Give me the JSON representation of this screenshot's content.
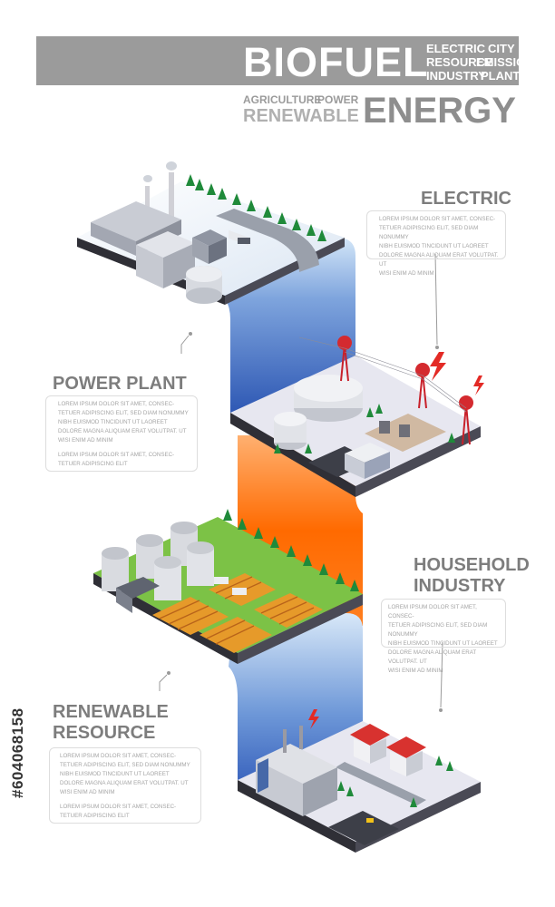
{
  "header": {
    "title": "BIOFUEL",
    "tags_right": [
      "ELECTRIC",
      "CITY",
      "RESOURCE",
      "EMISSION",
      "INDUSTRY",
      "PLANT"
    ],
    "tags_left": [
      "AGRICULTURE",
      "POWER"
    ],
    "subtitle_left": "RENEWABLE",
    "subtitle_right": "ENERGY"
  },
  "sections": {
    "electric": {
      "title": "ELECTRIC",
      "body_lines": [
        "LOREM IPSUM DOLOR SIT AMET, CONSEC-",
        "TETUER ADIPISCING ELIT, SED DIAM NONUMMY",
        "NIBH EUISMOD TINCIDUNT UT LAOREET",
        "DOLORE MAGNA ALIQUAM ERAT VOLUTPAT. UT",
        "WISI ENIM AD MINIM"
      ]
    },
    "power_plant": {
      "title": "POWER PLANT",
      "body_lines": [
        "LOREM IPSUM DOLOR SIT AMET, CONSEC-",
        "TETUER ADIPISCING ELIT, SED DIAM NONUMMY",
        "NIBH EUISMOD TINCIDUNT UT LAOREET",
        "DOLORE MAGNA ALIQUAM ERAT VOLUTPAT. UT",
        "WISI ENIM AD MINIM",
        "",
        "LOREM IPSUM DOLOR SIT AMET, CONSEC-",
        "TETUER ADIPISCING ELIT"
      ]
    },
    "household": {
      "title_line1": "HOUSEHOLD",
      "title_line2": "INDUSTRY",
      "body_lines": [
        "LOREM IPSUM DOLOR SIT AMET, CONSEC-",
        "TETUER ADIPISCING ELIT, SED DIAM NONUMMY",
        "NIBH EUISMOD TINCIDUNT UT LAOREET",
        "DOLORE MAGNA ALIQUAM ERAT VOLUTPAT. UT",
        "WISI ENIM AD MINIM"
      ]
    },
    "renewable": {
      "title_line1": "RENEWABLE",
      "title_line2": "RESOURCE",
      "body_lines": [
        "LOREM IPSUM DOLOR SIT AMET, CONSEC-",
        "TETUER ADIPISCING ELIT, SED DIAM NONUMMY",
        "NIBH EUISMOD TINCIDUNT UT LAOREET",
        "DOLORE MAGNA ALIQUAM ERAT VOLUTPAT. UT",
        "WISI ENIM AD MINIM",
        "",
        "LOREM IPSUM DOLOR SIT AMET, CONSEC-",
        "TETUER ADIPISCING ELIT"
      ]
    }
  },
  "stock_id": "#604068158",
  "colors": {
    "banner": "#9b9b9b",
    "ribbon_blue_top": "#2f5fb8",
    "ribbon_blue_light": "#cfe3f7",
    "ribbon_orange": "#ff6a00",
    "grass": "#78c043",
    "platform_gray": "#e6e6ee",
    "edge_dark": "#2f2f36"
  }
}
